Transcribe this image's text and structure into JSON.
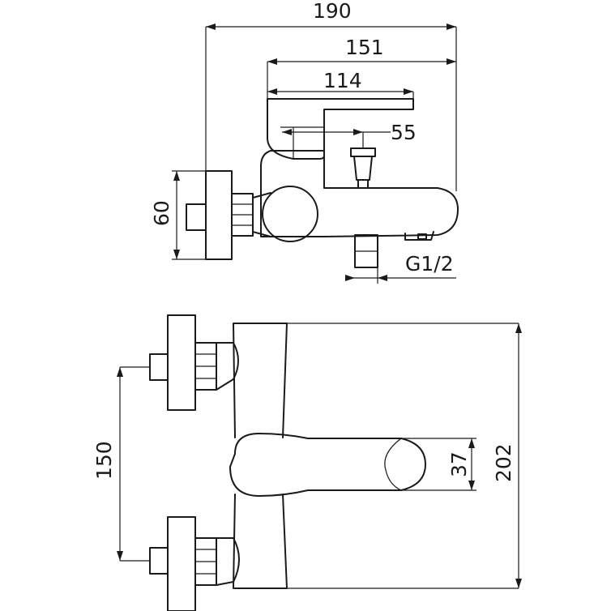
{
  "dimensions": {
    "total_length": "190",
    "length_151": "151",
    "lever_length": "114",
    "button_offset": "55",
    "flange_height": "60",
    "outlet_thread": "G1/2",
    "inlet_spacing": "150",
    "lever_width": "37",
    "body_height": "202"
  },
  "colors": {
    "line": "#1a1a1a",
    "background": "#ffffff"
  }
}
